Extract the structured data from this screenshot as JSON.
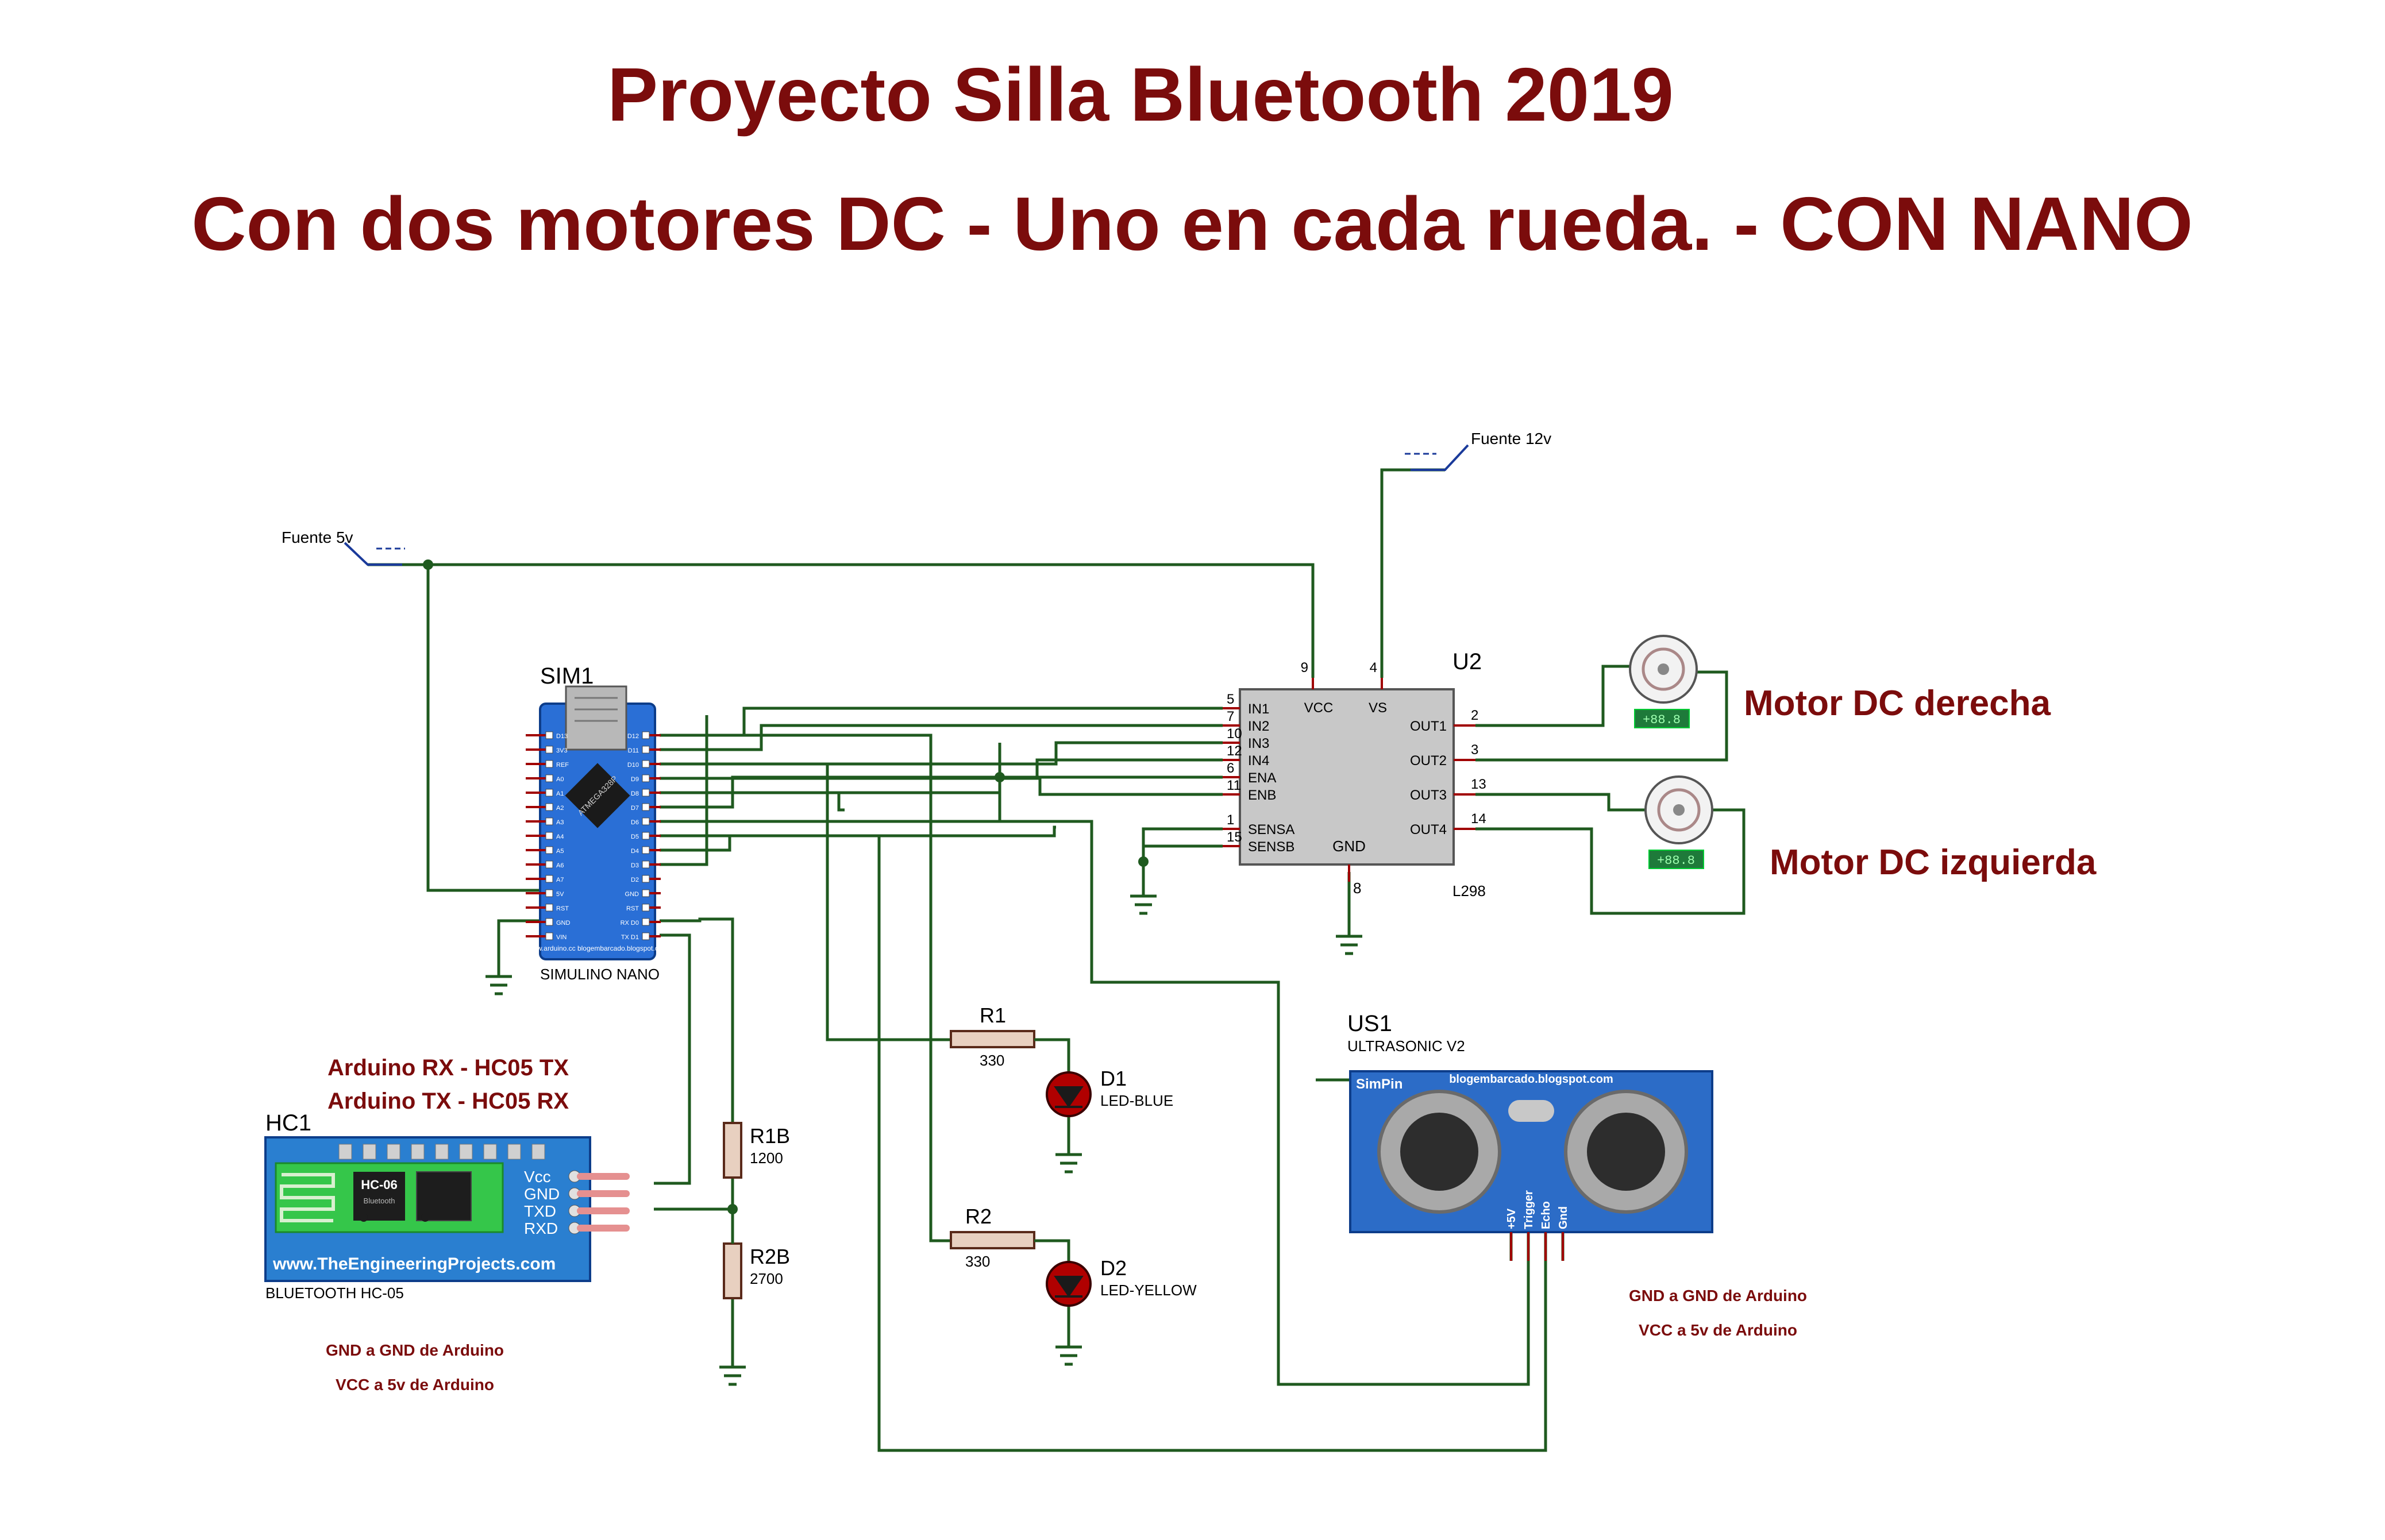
{
  "title_line1": "Proyecto Silla Bluetooth 2019",
  "title_line2": "Con dos motores DC - Uno en cada rueda. - CON NANO",
  "power": {
    "fuente5v": "Fuente 5v",
    "fuente12v": "Fuente 12v"
  },
  "nano": {
    "ref": "SIM1",
    "name": "SIMULINO NANO",
    "left_pins": [
      "D13",
      "3V3",
      "REF",
      "A0",
      "A1",
      "A2",
      "A3",
      "A4",
      "A5",
      "A6",
      "A7",
      "5V",
      "RST",
      "GND",
      "VIN"
    ],
    "right_pins": [
      "D12",
      "D11",
      "D10",
      "D9",
      "D8",
      "D7",
      "D6",
      "D5",
      "D4",
      "D3",
      "D2",
      "GND",
      "RST",
      "RX D0",
      "TX D1"
    ],
    "chip": "ATMEGA328P",
    "board_text": "www.arduino.cc blogembarcado.blogspot.com"
  },
  "driver": {
    "ref": "U2",
    "part": "L298",
    "left_pins": [
      {
        "num": "5",
        "name": "IN1"
      },
      {
        "num": "7",
        "name": "IN2"
      },
      {
        "num": "10",
        "name": "IN3"
      },
      {
        "num": "12",
        "name": "IN4"
      },
      {
        "num": "6",
        "name": "ENA"
      },
      {
        "num": "11",
        "name": "ENB"
      },
      {
        "num": "1",
        "name": "SENSA"
      },
      {
        "num": "15",
        "name": "SENSB"
      }
    ],
    "right_pins": [
      {
        "num": "2",
        "name": "OUT1"
      },
      {
        "num": "3",
        "name": "OUT2"
      },
      {
        "num": "13",
        "name": "OUT3"
      },
      {
        "num": "14",
        "name": "OUT4"
      }
    ],
    "top_pins": [
      {
        "num": "9",
        "name": "VCC"
      },
      {
        "num": "4",
        "name": "VS"
      }
    ],
    "bottom_pin": {
      "num": "8",
      "name": "GND"
    }
  },
  "motors": {
    "right": "Motor DC derecha",
    "left": "Motor DC izquierda",
    "display": "+88.8"
  },
  "bluetooth": {
    "ref": "HC1",
    "name": "BLUETOOTH HC-05",
    "module": "HC-06",
    "module_sub": "Bluetooth",
    "site": "www.TheEngineeringProjects.com",
    "pins": [
      "Vcc",
      "GND",
      "TXD",
      "RXD"
    ],
    "note1": "Arduino RX - HC05 TX",
    "note2": "Arduino TX - HC05 RX",
    "note3": "GND a GND de Arduino",
    "note4": "VCC a 5v de Arduino"
  },
  "resistors": [
    {
      "ref": "R1B",
      "value": "1200"
    },
    {
      "ref": "R2B",
      "value": "2700"
    },
    {
      "ref": "R1",
      "value": "330"
    },
    {
      "ref": "R2",
      "value": "330"
    }
  ],
  "leds": [
    {
      "ref": "D1",
      "name": "LED-BLUE"
    },
    {
      "ref": "D2",
      "name": "LED-YELLOW"
    }
  ],
  "ultrasonic": {
    "ref": "US1",
    "name": "ULTRASONIC V2",
    "brand": "SimPin",
    "site": "blogembarcado.blogspot.com",
    "pins": [
      "+5V",
      "Trigger",
      "Echo",
      "Gnd"
    ],
    "note1": "GND a GND de Arduino",
    "note2": "VCC a 5v de Arduino"
  },
  "colors": {
    "title": "#7b0c0c",
    "wire": "#1f5a1f",
    "pin": "#a00000",
    "nano_board": "#2a6fd6",
    "bt_board": "#2a7fd0",
    "ultra_board": "#2c6cc7",
    "chip_body": "#c8c8c8"
  }
}
